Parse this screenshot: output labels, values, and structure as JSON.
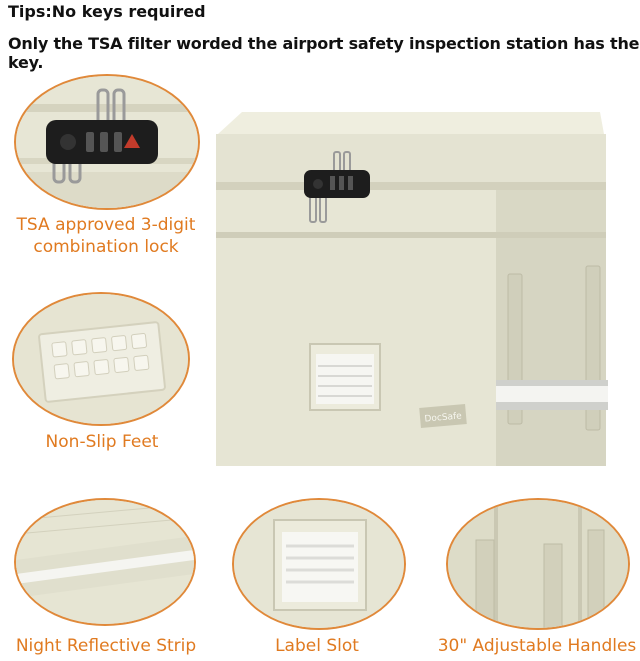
{
  "header": {
    "tip_line": "Tips:No keys required",
    "note_line": "Only the TSA filter worded the airport safety inspection station has the key."
  },
  "features": [
    {
      "label_line1": "TSA approved 3-digit",
      "label_line2": "combination lock"
    },
    {
      "label": "Non-Slip Feet"
    },
    {
      "label": "Night Reflective Strip"
    },
    {
      "label": "Label Slot"
    },
    {
      "label": "30\" Adjustable Handles"
    }
  ],
  "product": {
    "brand": "DocSafe"
  },
  "colors": {
    "accent": "#e0893a",
    "fabric": "#e5e4d3",
    "reflective": "#cfd0cc",
    "lock": "#1d1d1d"
  }
}
